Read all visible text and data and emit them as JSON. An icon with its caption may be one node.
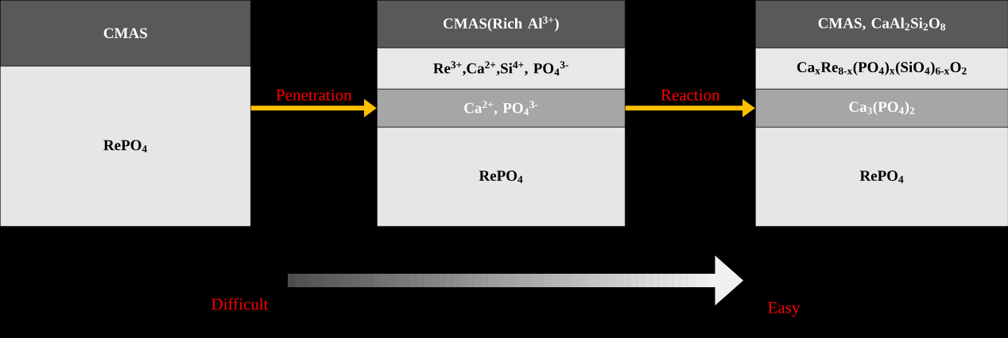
{
  "diagram": {
    "nodes": [
      {
        "text": [
          "CMAS"
        ]
      },
      {
        "text": [
          "RePO$_{4}$"
        ]
      },
      {
        "text": [
          "CMAS(Rich Al$^{3+}$)"
        ]
      },
      {
        "text": [
          "Re$^{3+}$,Ca$^{2+}$,Si$^{4+}$, PO$_{4}$$^{3-}$"
        ]
      },
      {
        "text": [
          "Ca$^{2+}$, PO$_{4}$$^{3-}$"
        ]
      },
      {
        "text": [
          "RePO$_{4}$"
        ]
      },
      {
        "text": [
          "CMAS, CaAl$_{2}$Si$_{2}$O$_{8}$"
        ]
      },
      {
        "text": [
          "Ca$_{x}$Re$_{8-x}$(PO$_{4}$)$_{x}$(SiO$_{4}$)$_{6-x}$O$_{2}$"
        ]
      },
      {
        "text": [
          "Ca$_{3}$(PO$_{4}$)$_{2}$"
        ]
      },
      {
        "text": [
          "RePO$_{4}$"
        ]
      }
    ],
    "edges": [
      {
        "from": 1,
        "to": 4,
        "arrow": "to",
        "label": "Penetration"
      },
      {
        "from": 4,
        "to": 8,
        "arrow": "to",
        "label": "Reaction"
      }
    ],
    "labels": [
      "Difficult",
      "Easy"
    ]
  }
}
